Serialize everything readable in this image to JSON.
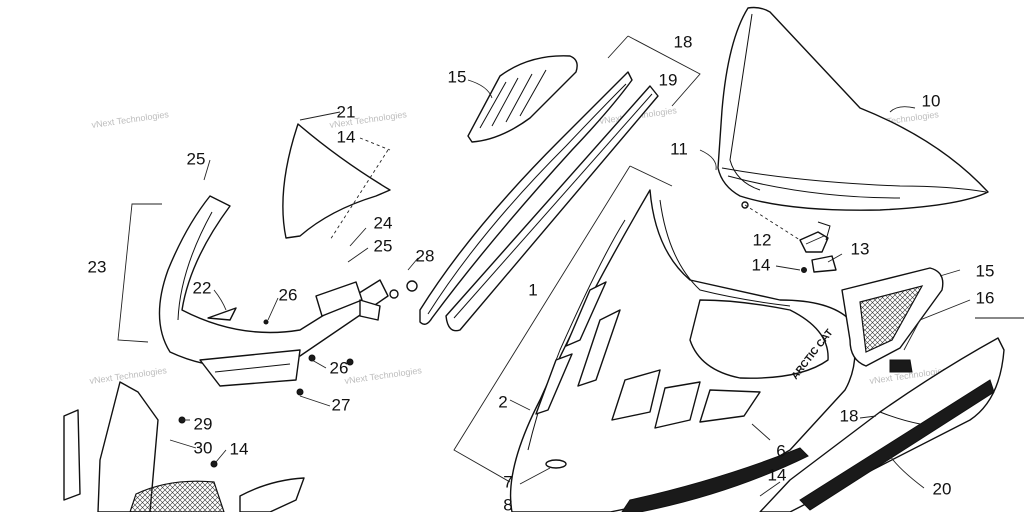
{
  "watermark": "vNext Technologies",
  "callouts": [
    "1",
    "2",
    "6",
    "7",
    "8",
    "10",
    "11",
    "12",
    "13",
    "14",
    "15",
    "16",
    "18",
    "19",
    "20",
    "21",
    "22",
    "23",
    "24",
    "25",
    "26",
    "27",
    "28",
    "29",
    "30"
  ]
}
